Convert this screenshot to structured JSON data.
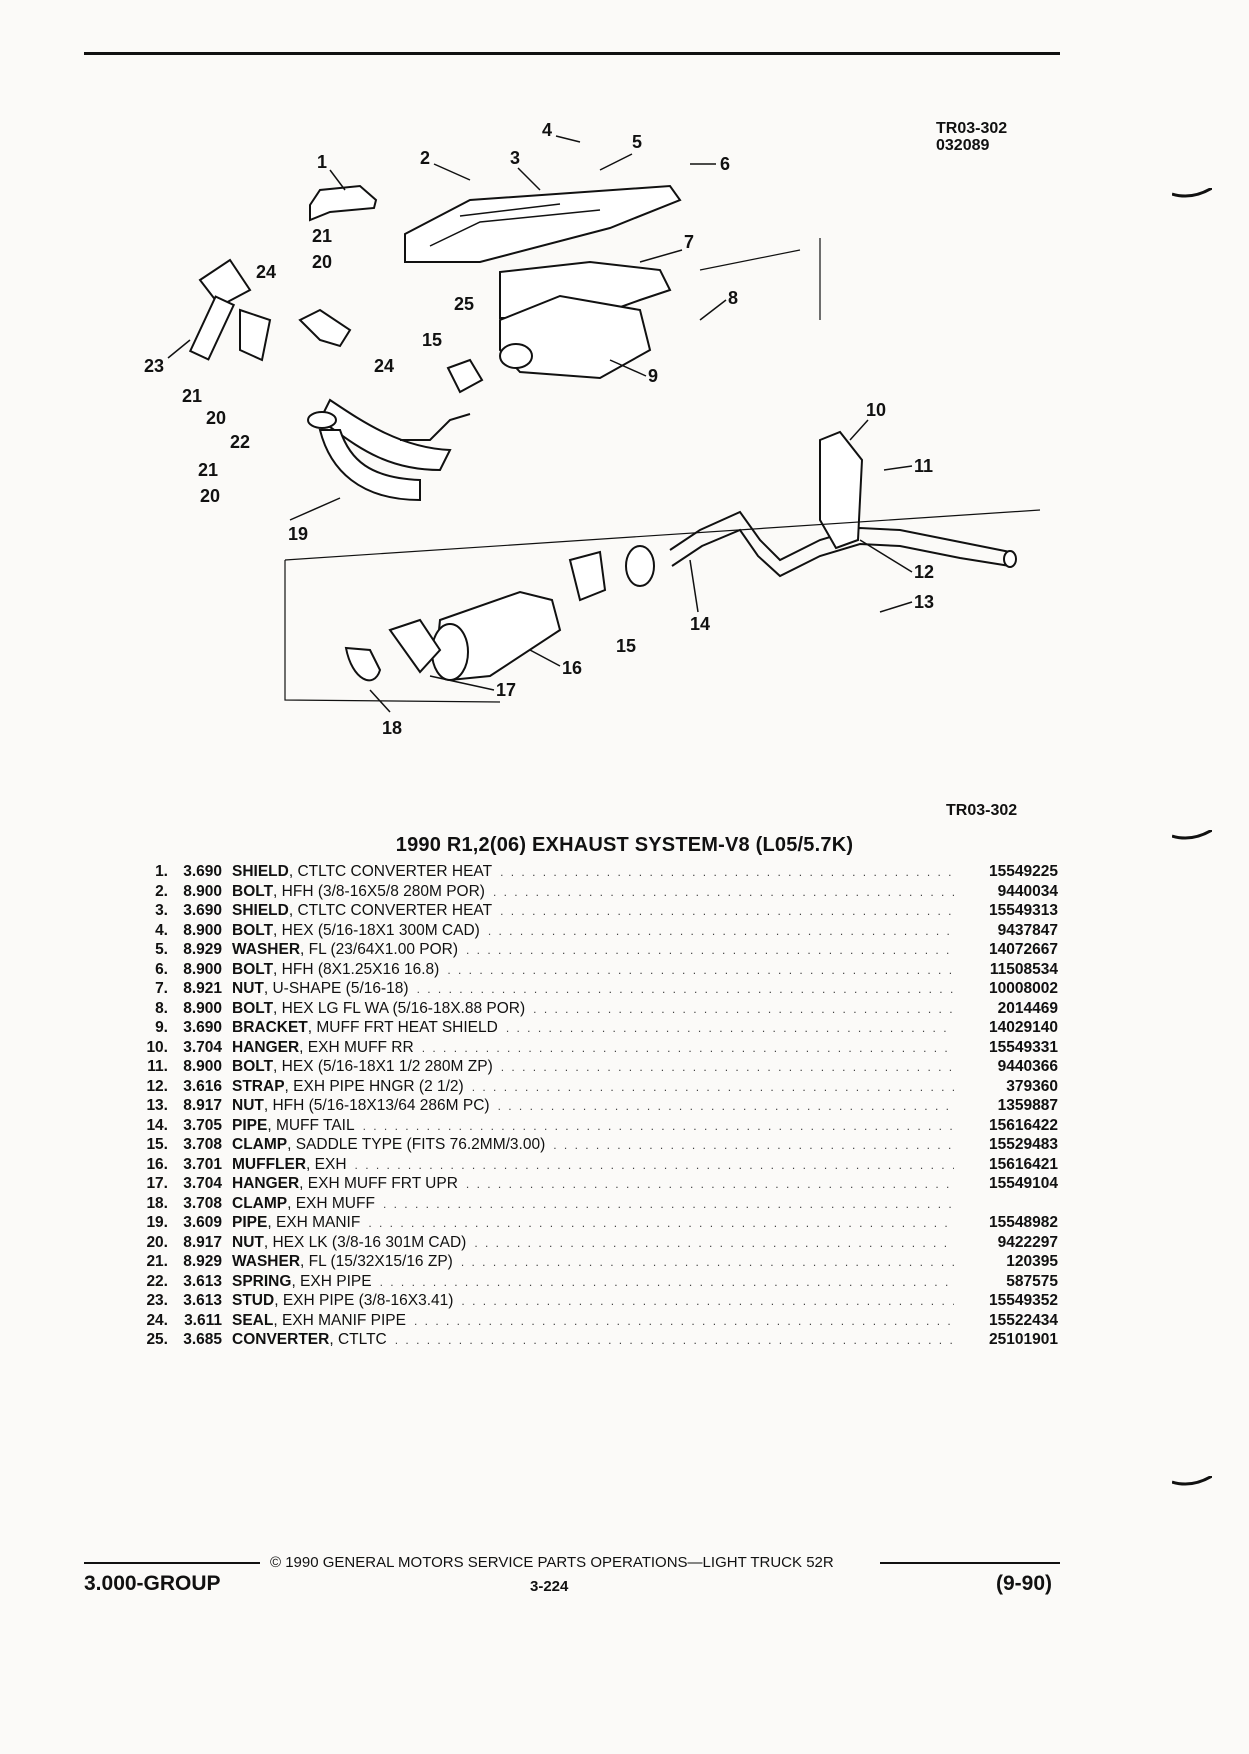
{
  "diagram": {
    "ref_top_line1": "TR03-302",
    "ref_top_line2": "032089",
    "ref_bottom": "TR03-302",
    "callouts": [
      "1",
      "2",
      "3",
      "4",
      "5",
      "6",
      "7",
      "8",
      "9",
      "10",
      "11",
      "12",
      "13",
      "14",
      "15",
      "15",
      "16",
      "17",
      "18",
      "19",
      "20",
      "20",
      "20",
      "21",
      "21",
      "21",
      "22",
      "23",
      "24",
      "24",
      "25"
    ]
  },
  "title": "1990 R1,2(06) EXHAUST SYSTEM-V8 (L05/5.7K)",
  "parts": [
    {
      "num": "1.",
      "code": "3.690",
      "name": "SHIELD",
      "desc": ", CTLTC CONVERTER HEAT",
      "pn": "15549225"
    },
    {
      "num": "2.",
      "code": "8.900",
      "name": "BOLT",
      "desc": ", HFH (3/8-16X5/8 280M POR)",
      "pn": "9440034"
    },
    {
      "num": "3.",
      "code": "3.690",
      "name": "SHIELD",
      "desc": ", CTLTC CONVERTER HEAT",
      "pn": "15549313"
    },
    {
      "num": "4.",
      "code": "8.900",
      "name": "BOLT",
      "desc": ", HEX (5/16-18X1 300M CAD)",
      "pn": "9437847"
    },
    {
      "num": "5.",
      "code": "8.929",
      "name": "WASHER",
      "desc": ", FL (23/64X1.00 POR)",
      "pn": "14072667"
    },
    {
      "num": "6.",
      "code": "8.900",
      "name": "BOLT",
      "desc": ", HFH (8X1.25X16 16.8)",
      "pn": "11508534"
    },
    {
      "num": "7.",
      "code": "8.921",
      "name": "NUT",
      "desc": ", U-SHAPE (5/16-18)",
      "pn": "10008002"
    },
    {
      "num": "8.",
      "code": "8.900",
      "name": "BOLT",
      "desc": ", HEX LG FL WA (5/16-18X.88 POR)",
      "pn": "2014469"
    },
    {
      "num": "9.",
      "code": "3.690",
      "name": "BRACKET",
      "desc": ", MUFF FRT HEAT SHIELD",
      "pn": "14029140"
    },
    {
      "num": "10.",
      "code": "3.704",
      "name": "HANGER",
      "desc": ", EXH MUFF RR",
      "pn": "15549331"
    },
    {
      "num": "11.",
      "code": "8.900",
      "name": "BOLT",
      "desc": ", HEX (5/16-18X1 1/2 280M ZP)",
      "pn": "9440366"
    },
    {
      "num": "12.",
      "code": "3.616",
      "name": "STRAP",
      "desc": ", EXH PIPE HNGR (2 1/2)",
      "pn": "379360"
    },
    {
      "num": "13.",
      "code": "8.917",
      "name": "NUT",
      "desc": ", HFH (5/16-18X13/64 286M PC)",
      "pn": "1359887"
    },
    {
      "num": "14.",
      "code": "3.705",
      "name": "PIPE",
      "desc": ", MUFF TAIL",
      "pn": "15616422"
    },
    {
      "num": "15.",
      "code": "3.708",
      "name": "CLAMP",
      "desc": ", SADDLE TYPE (FITS 76.2MM/3.00)",
      "pn": "15529483"
    },
    {
      "num": "16.",
      "code": "3.701",
      "name": "MUFFLER",
      "desc": ", EXH",
      "pn": "15616421"
    },
    {
      "num": "17.",
      "code": "3.704",
      "name": "HANGER",
      "desc": ", EXH MUFF FRT UPR",
      "pn": "15549104"
    },
    {
      "num": "18.",
      "code": "3.708",
      "name": "CLAMP",
      "desc": ", EXH MUFF",
      "pn": ""
    },
    {
      "num": "19.",
      "code": "3.609",
      "name": "PIPE",
      "desc": ", EXH MANIF",
      "pn": "15548982"
    },
    {
      "num": "20.",
      "code": "8.917",
      "name": "NUT",
      "desc": ", HEX LK (3/8-16 301M CAD)",
      "pn": "9422297"
    },
    {
      "num": "21.",
      "code": "8.929",
      "name": "WASHER",
      "desc": ", FL (15/32X15/16 ZP)",
      "pn": "120395"
    },
    {
      "num": "22.",
      "code": "3.613",
      "name": "SPRING",
      "desc": ", EXH PIPE",
      "pn": "587575"
    },
    {
      "num": "23.",
      "code": "3.613",
      "name": "STUD",
      "desc": ", EXH PIPE (3/8-16X3.41)",
      "pn": "15549352"
    },
    {
      "num": "24.",
      "code": "3.611",
      "name": "SEAL",
      "desc": ", EXH MANIF PIPE",
      "pn": "15522434"
    },
    {
      "num": "25.",
      "code": "3.685",
      "name": "CONVERTER",
      "desc": ", CTLTC",
      "pn": "25101901"
    }
  ],
  "footer": {
    "copyright": "© 1990 GENERAL MOTORS SERVICE PARTS OPERATIONS—LIGHT TRUCK 52R",
    "group": "3.000-GROUP",
    "page": "3-224",
    "date": "(9-90)"
  }
}
